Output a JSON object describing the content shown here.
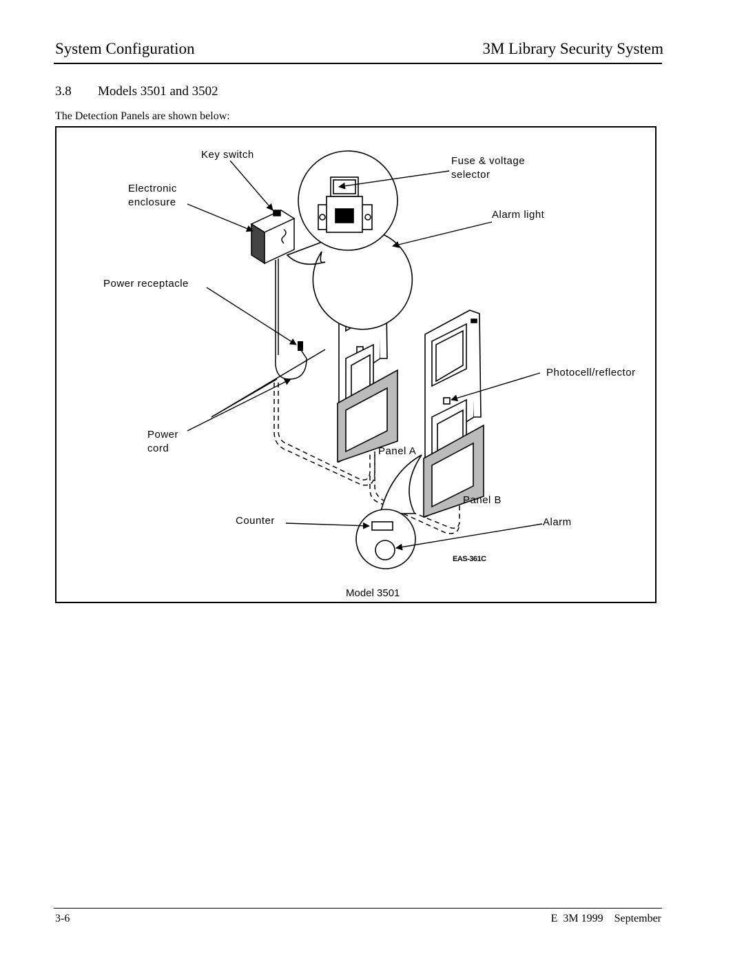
{
  "header": {
    "left_title": "System Configuration",
    "right_title": "3M Library Security System"
  },
  "section": {
    "number": "3.8",
    "title": "Models 3501 and 3502",
    "intro": "The Detection Panels are shown below:"
  },
  "figure": {
    "labels": {
      "key_switch": "Key switch",
      "electronic_enclosure_line1": "Electronic",
      "electronic_enclosure_line2": "enclosure",
      "fuse_voltage_line1": "Fuse & voltage",
      "fuse_voltage_line2": "selector",
      "alarm_light": "Alarm light",
      "power_receptacle": "Power receptacle",
      "photocell_reflector": "Photocell/reflector",
      "power_cord_line1": "Power",
      "power_cord_line2": "cord",
      "panel_a": "Panel A",
      "panel_b": "Panel B",
      "counter": "Counter",
      "alarm": "Alarm"
    },
    "badge": "EAS-361C",
    "caption": "Model 3501"
  },
  "footer": {
    "page_number": "3-6",
    "copyright": "E  3M 1999    September"
  }
}
